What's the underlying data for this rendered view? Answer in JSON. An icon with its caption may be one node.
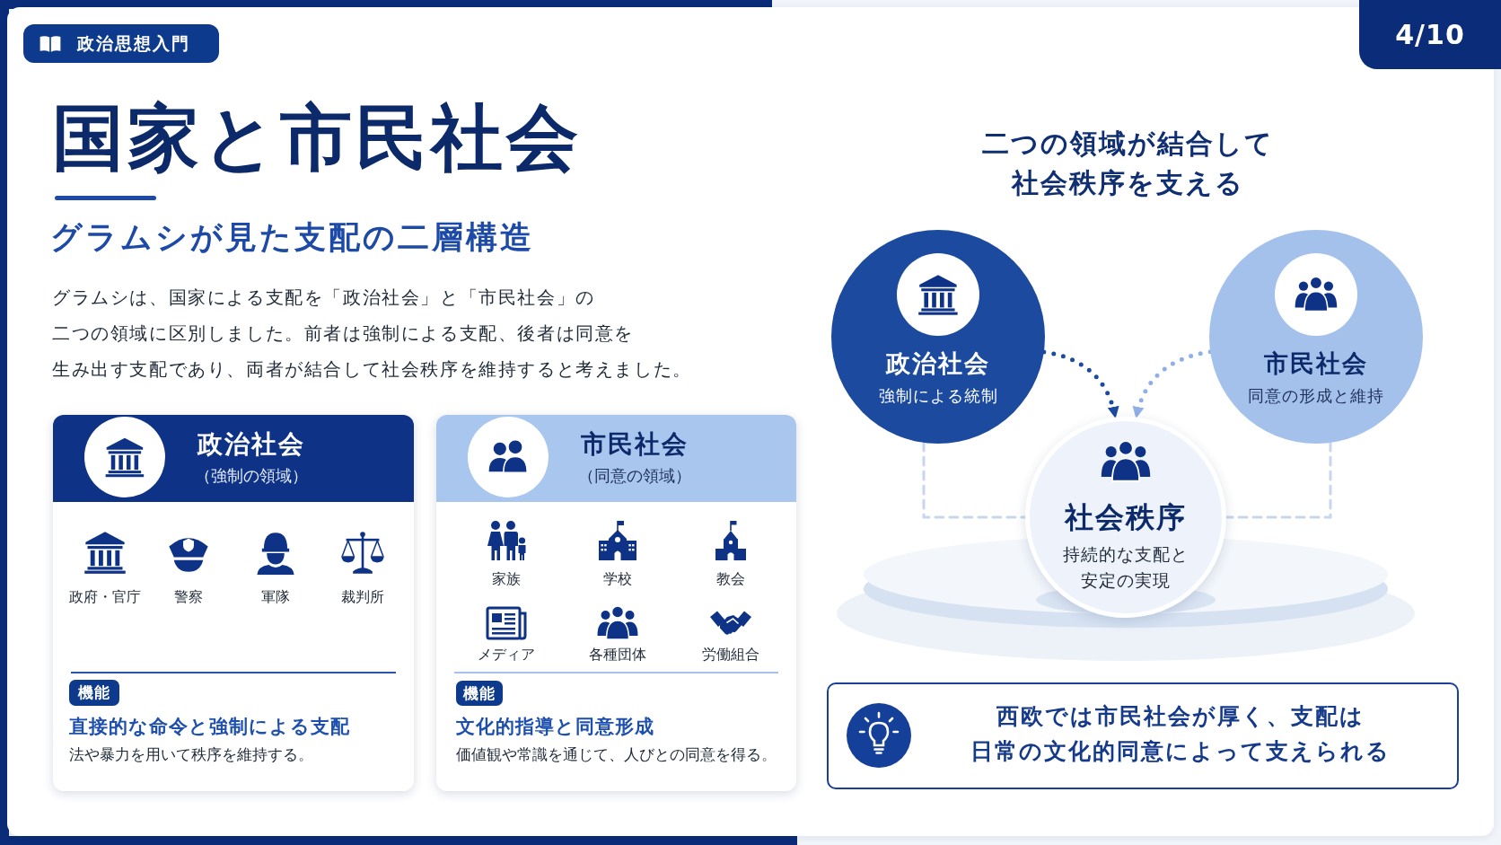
{
  "diagram": {
    "title": "国家と市民社会",
    "nodes": [
      {
        "text": [
          "政治思想入門"
        ]
      },
      {
        "text": [
          "4/10"
        ]
      },
      {
        "text": [
          "政治社会",
          "（強制の領域）",
          "政府・官庁",
          "警察",
          "軍隊",
          "裁判所",
          "直接的な命令と強制による支配",
          "法や暴力を用いて秩序を維持する。"
        ]
      },
      {
        "text": [
          "機能"
        ],
        "in": 2
      },
      {
        "text": [
          "市民社会",
          "（同意の領域）",
          "家族",
          "学校",
          "教会",
          "メディア",
          "各種団体",
          "労働組合",
          "文化的指導と同意形成",
          "価値観や常識を通じて、人びとの同意を得る。"
        ]
      },
      {
        "text": [
          "機能"
        ],
        "in": 4
      },
      {
        "text": [
          "政治社会",
          "強制による統制"
        ]
      },
      {
        "text": [
          "市民社会",
          "同意の形成と維持"
        ]
      },
      {
        "text": [
          "社会秩序",
          "持続的な支配と安定の実現"
        ]
      },
      {
        "text": [
          "西欧では市民社会が厚く、支配は日常の文化的同意によって支えられる"
        ]
      }
    ],
    "edges": [
      {
        "from": 6,
        "to": 8,
        "arrow": "to",
        "style": "dashed",
        "color": "#1b4a9e"
      },
      {
        "from": 7,
        "to": 8,
        "arrow": "to",
        "style": "dashed",
        "color": "#8fb0e4"
      },
      {
        "from": 6,
        "to": 8,
        "arrow": "none",
        "style": "dashed",
        "color": "#c8d6ee"
      },
      {
        "from": 7,
        "to": 8,
        "arrow": "none",
        "style": "dashed",
        "color": "#c8d6ee"
      }
    ],
    "labels": [
      "グラムシが見た支配の二層構造",
      "グラムシは、国家による支配を「政治社会」と「市民社会」の二つの領域に区別しました。前者は強制による支配、後者は同意を生み出す支配であり、両者が結合して社会秩序を維持すると考えました。",
      "二つの領域が結合して社会秩序を支える"
    ]
  }
}
